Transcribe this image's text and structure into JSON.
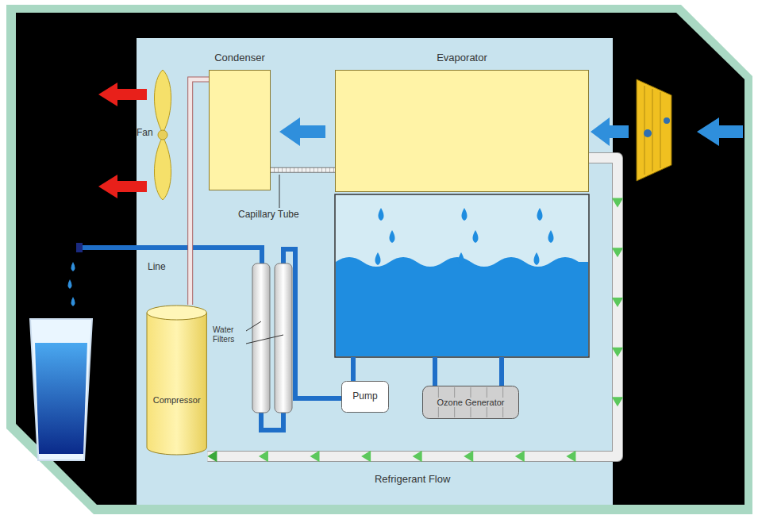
{
  "diagram": {
    "nodes": [
      {
        "text": [
          "Condenser"
        ]
      },
      {
        "text": [
          "Evaporator"
        ]
      },
      {
        "text": [
          "Compressor"
        ]
      },
      {
        "text": [
          "Pump"
        ]
      },
      {
        "text": [
          "Ozone Generator"
        ]
      }
    ],
    "edges": [
      {
        "from": 1,
        "to": 2,
        "arrow": "to",
        "label": "Refrigerant Flow"
      },
      {
        "from": 2,
        "to": 0,
        "arrow": "none"
      },
      {
        "from": 0,
        "to": 1,
        "arrow": "none"
      }
    ],
    "labels": [
      "Fan",
      "Capillary Tube",
      "Line",
      "Water Filters"
    ]
  }
}
